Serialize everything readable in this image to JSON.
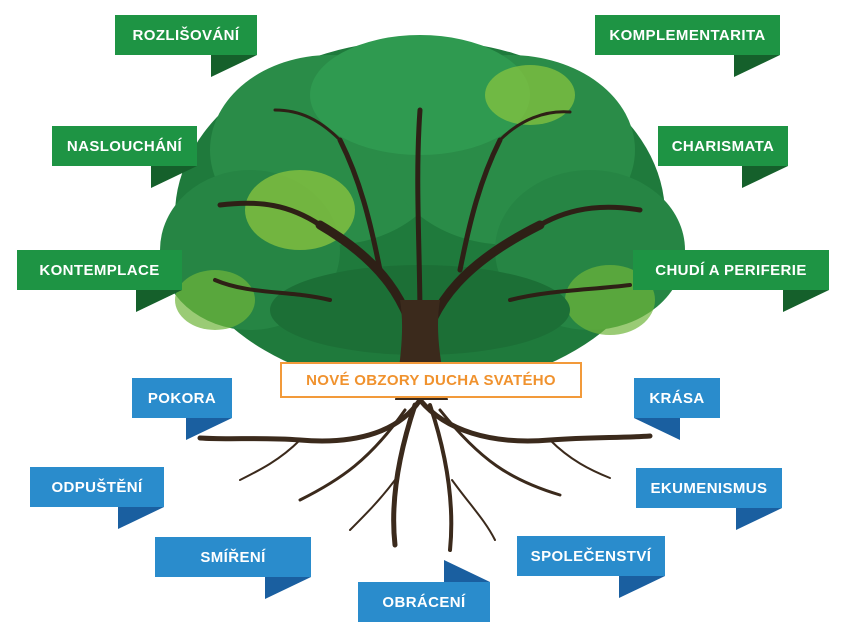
{
  "center_title": "NOVÉ OBZORY DUCHA SVATÉHO",
  "green_labels": {
    "rozlisovani": "ROZLIŠOVÁNÍ",
    "komplementarita": "KOMPLEMENTARITA",
    "nasloucheni": "NASLOUCHÁNÍ",
    "charismata": "CHARISMATA",
    "kontemplace": "KONTEMPLACE",
    "chudi": "CHUDÍ A PERIFERIE"
  },
  "blue_labels": {
    "pokora": "POKORA",
    "krasa": "KRÁSA",
    "odpusteni": "ODPUŠTĚNÍ",
    "ekumenismus": "EKUMENISMUS",
    "smireni": "SMÍŘENÍ",
    "spolecenstvi": "SPOLEČENSTVÍ",
    "obraceni": "OBRÁCENÍ"
  },
  "colors": {
    "green_banner": "#1e9444",
    "blue_banner": "#2a8ccc",
    "center_border": "#f29a3a",
    "center_text": "#f0922e",
    "trunk": "#3b2a1c"
  }
}
